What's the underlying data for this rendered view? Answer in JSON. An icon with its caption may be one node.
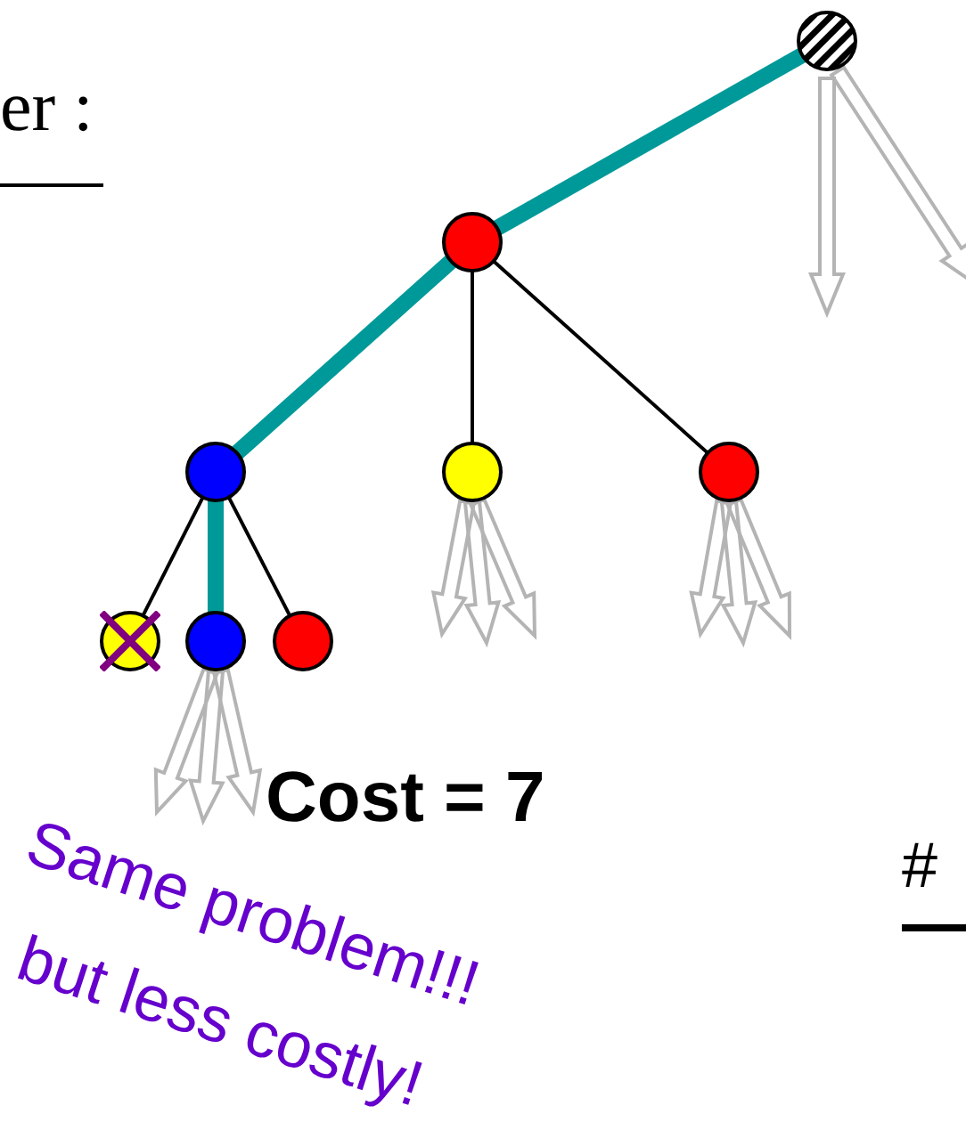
{
  "diagram": {
    "nodes": [
      {
        "text": [],
        "shape": "circle"
      },
      {
        "text": [],
        "shape": "circle"
      },
      {
        "text": [],
        "shape": "circle"
      },
      {
        "text": [],
        "shape": "circle"
      },
      {
        "text": [],
        "shape": "circle"
      },
      {
        "text": [],
        "shape": "circle"
      },
      {
        "text": [],
        "shape": "circle"
      },
      {
        "text": [],
        "shape": "circle"
      }
    ],
    "edges": [
      {
        "from": 0,
        "to": 1,
        "arrow": "none",
        "style": "thick",
        "color": "#009999"
      },
      {
        "from": 1,
        "to": 2,
        "arrow": "none",
        "style": "thick",
        "color": "#009999"
      },
      {
        "from": 1,
        "to": 3,
        "arrow": "none",
        "color": "#000000"
      },
      {
        "from": 1,
        "to": 4,
        "arrow": "none",
        "color": "#000000"
      },
      {
        "from": 2,
        "to": 5,
        "arrow": "none",
        "color": "#000000"
      },
      {
        "from": 2,
        "to": 6,
        "arrow": "none",
        "style": "thick",
        "color": "#009999"
      },
      {
        "from": 2,
        "to": 7,
        "arrow": "none",
        "color": "#000000"
      },
      {
        "from": 0,
        "to": null,
        "arrow": "to"
      },
      {
        "from": 0,
        "to": null,
        "arrow": "to"
      },
      {
        "from": 3,
        "to": null,
        "arrow": "to"
      },
      {
        "from": 3,
        "to": null,
        "arrow": "to"
      },
      {
        "from": 3,
        "to": null,
        "arrow": "to"
      },
      {
        "from": 4,
        "to": null,
        "arrow": "to"
      },
      {
        "from": 4,
        "to": null,
        "arrow": "to"
      },
      {
        "from": 4,
        "to": null,
        "arrow": "to"
      },
      {
        "from": 6,
        "to": null,
        "arrow": "to"
      },
      {
        "from": 6,
        "to": null,
        "arrow": "to"
      },
      {
        "from": 6,
        "to": null,
        "arrow": "to"
      }
    ],
    "labels": [
      "er :",
      "Cost = 7",
      "Same problem!!!",
      "but less costly!",
      "#"
    ]
  }
}
